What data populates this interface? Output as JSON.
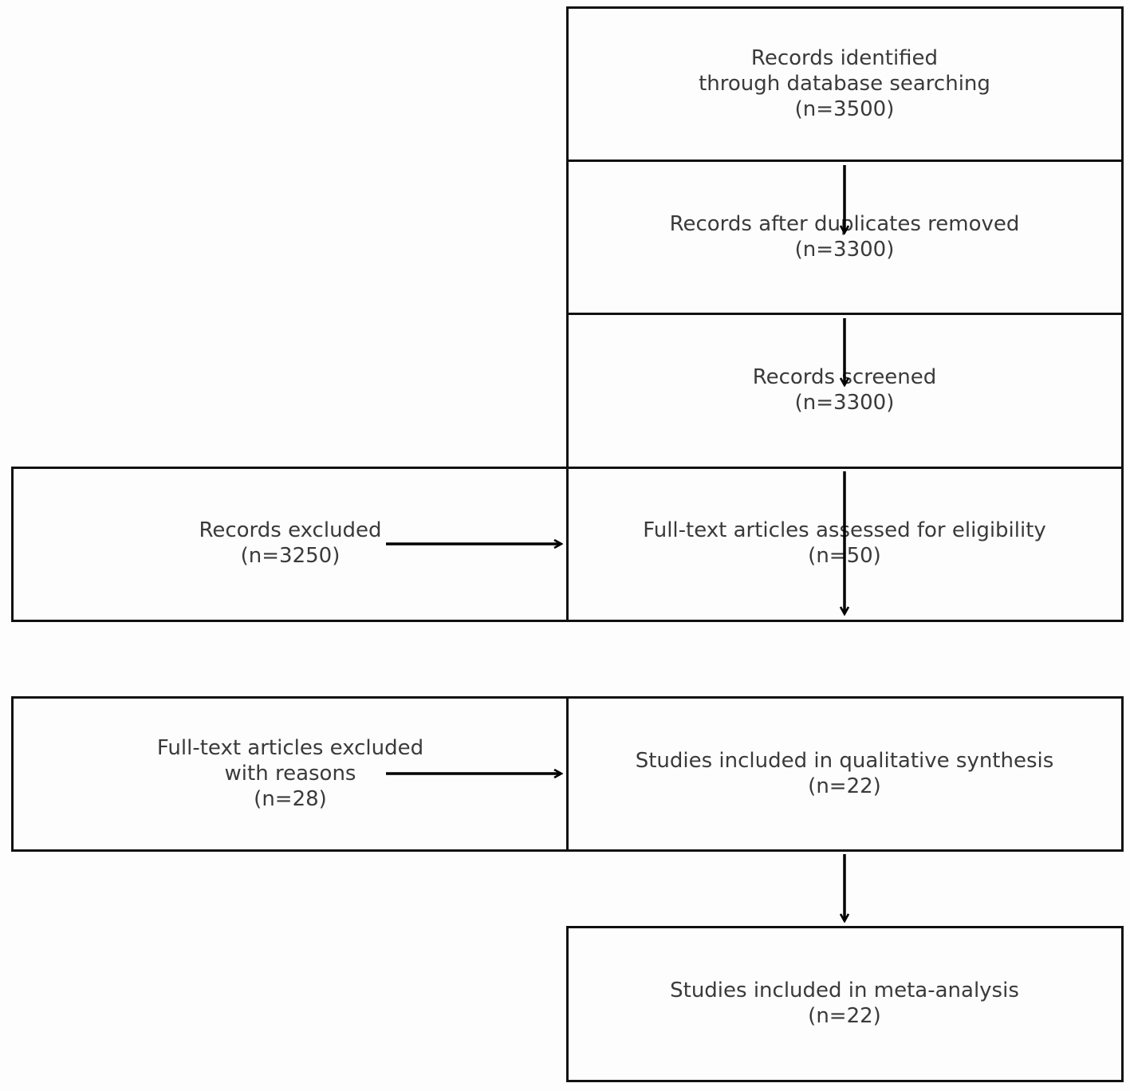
{
  "flow": {
    "identified": {
      "line1": "Records identified",
      "line2": "through database searching",
      "count": "(n=3500)"
    },
    "deduplicated": {
      "line1": "Records after duplicates removed",
      "count": "(n=3300)"
    },
    "screened": {
      "line1": "Records screened",
      "count": "(n=3300)"
    },
    "excluded": {
      "line1": "Records excluded",
      "count": "(n=3250)"
    },
    "eligibility": {
      "line1": "Full-text articles assessed for eligibility",
      "count": "(n=50)"
    },
    "fulltext_excluded": {
      "line1": "Full-text articles excluded",
      "line2": "with reasons",
      "count": "(n=28)"
    },
    "qualitative": {
      "line1": "Studies included in qualitative synthesis",
      "count": "(n=22)"
    },
    "meta": {
      "line1": "Studies included in meta-analysis",
      "count": "(n=22)"
    }
  },
  "colors": {
    "border": "#111111",
    "text": "#3a3a3a",
    "arrow": "#000000"
  }
}
